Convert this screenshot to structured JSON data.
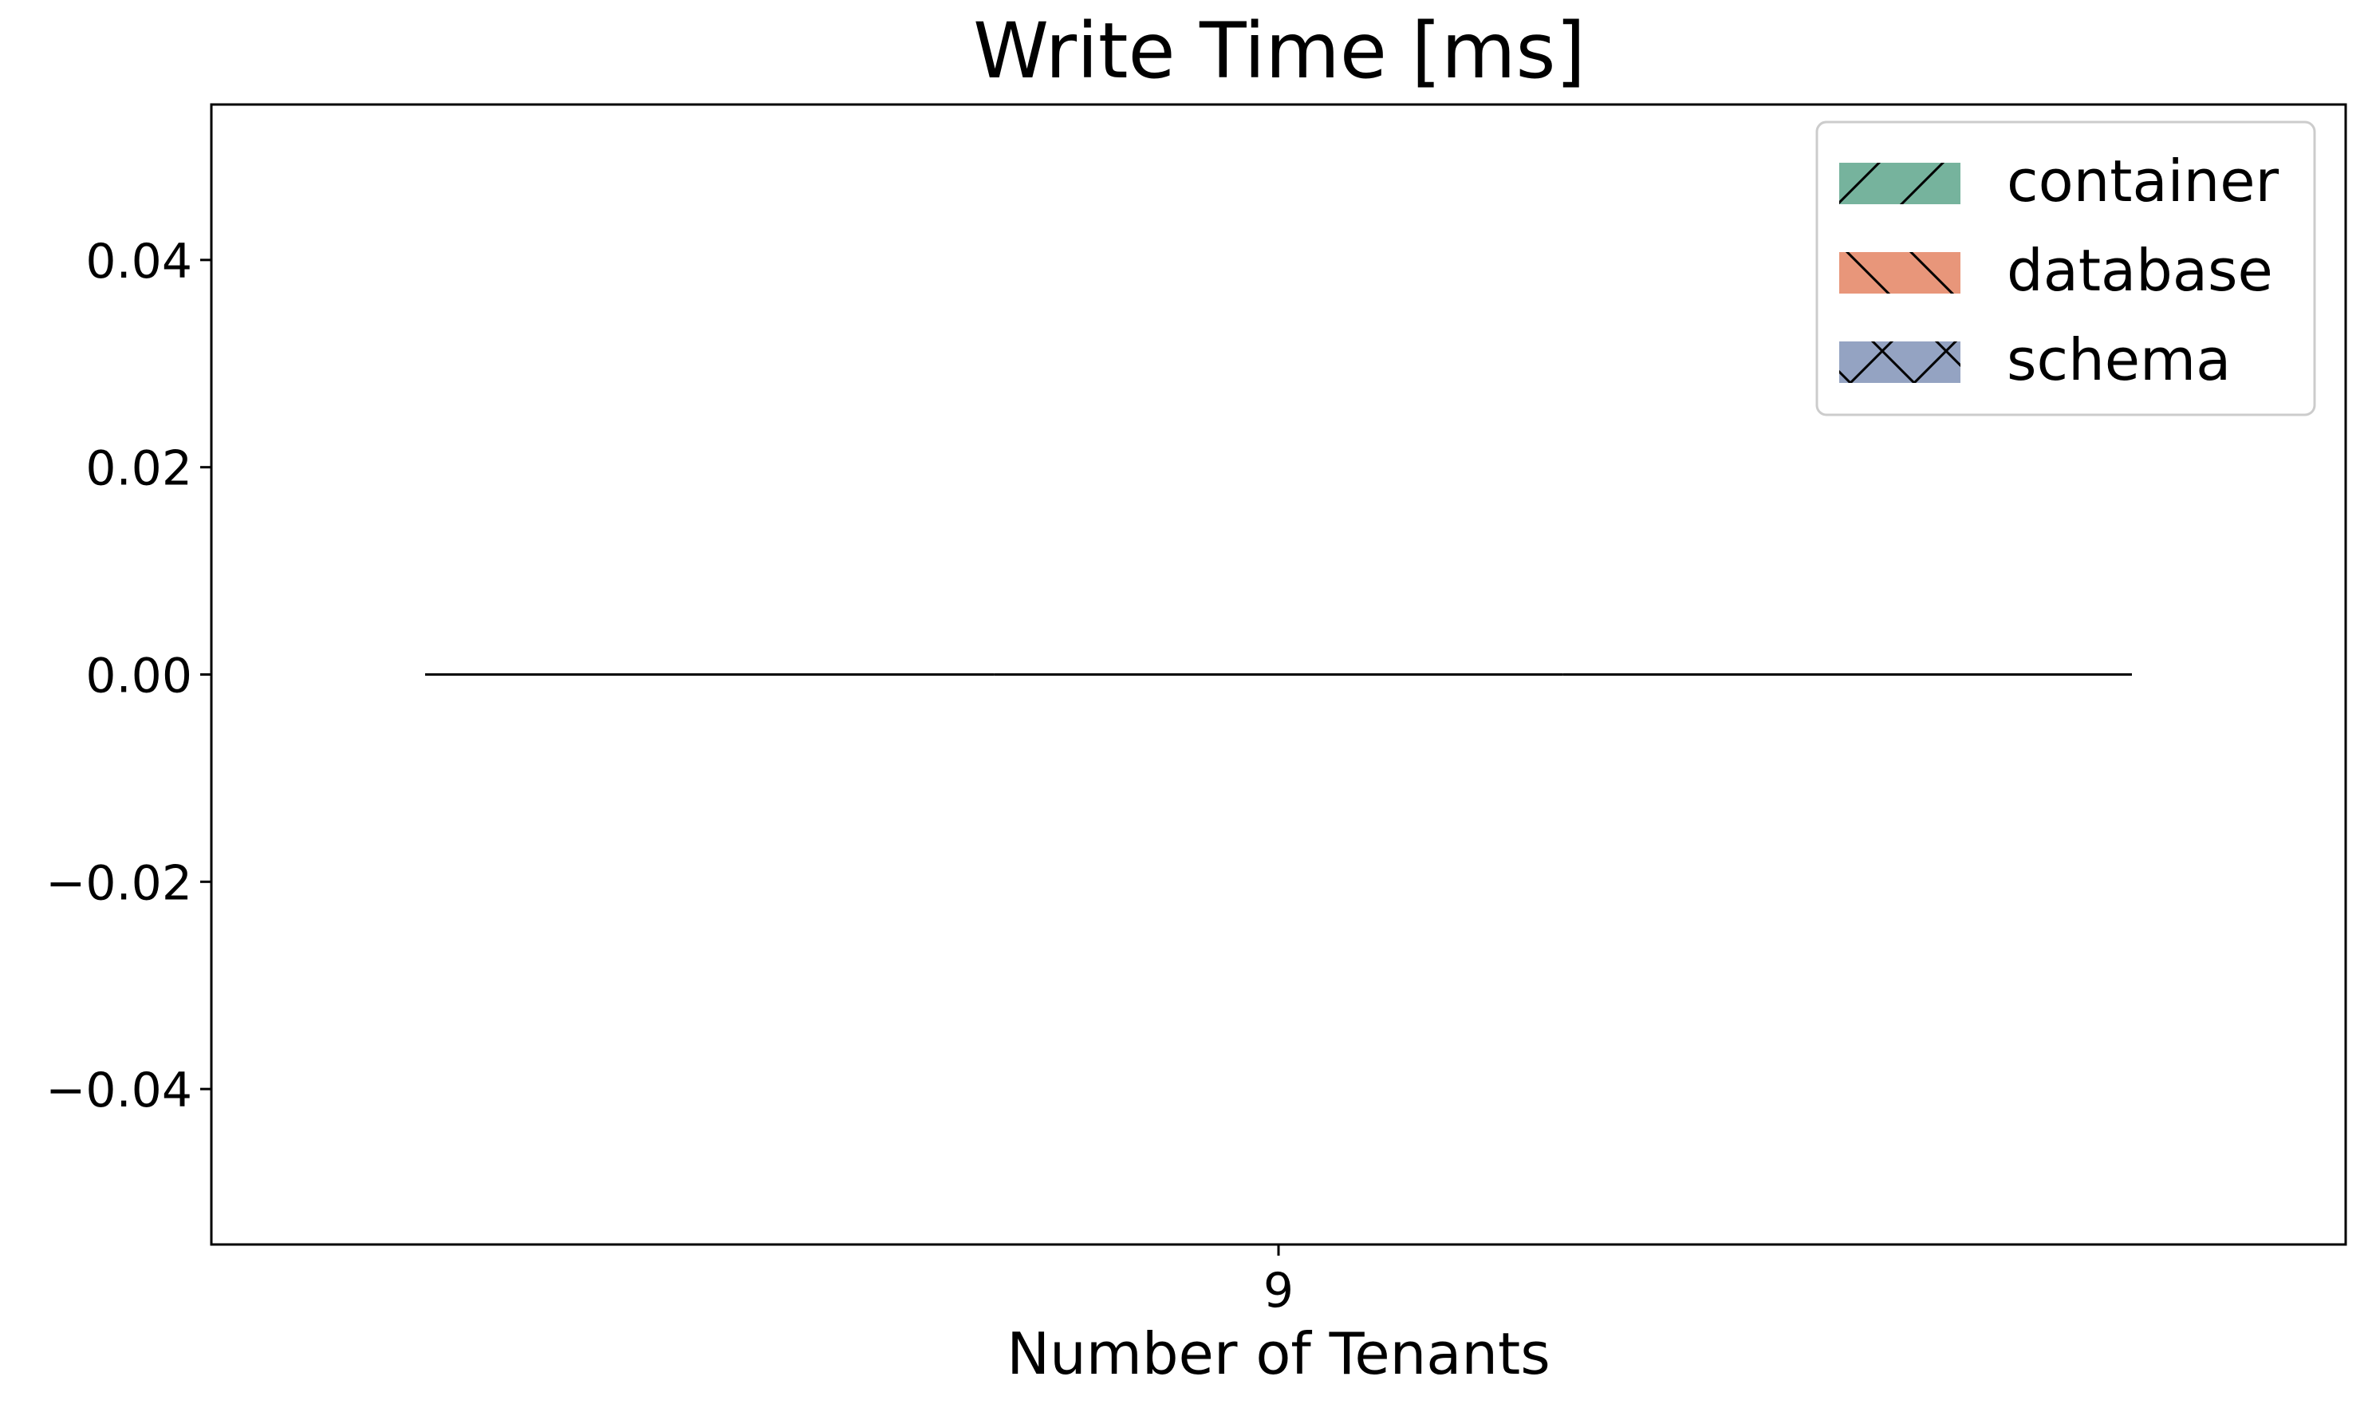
{
  "chart_data": {
    "type": "bar",
    "title": "Write Time [ms]",
    "xlabel": "Number of Tenants",
    "ylabel": "",
    "categories": [
      "9"
    ],
    "series": [
      {
        "name": "container",
        "values": [
          0
        ],
        "color": "#76b39d",
        "hatch": "forward-diagonal"
      },
      {
        "name": "database",
        "values": [
          0
        ],
        "color": "#e8967a",
        "hatch": "back-diagonal"
      },
      {
        "name": "schema",
        "values": [
          0
        ],
        "color": "#94a3c2",
        "hatch": "cross"
      }
    ],
    "ylim": [
      -0.055,
      0.055
    ],
    "yticks": [
      -0.04,
      -0.02,
      0.0,
      0.02,
      0.04
    ],
    "ytick_labels": [
      "−0.04",
      "−0.02",
      "0.00",
      "0.02",
      "0.04"
    ],
    "grid": false,
    "legend_position": "top-right"
  }
}
